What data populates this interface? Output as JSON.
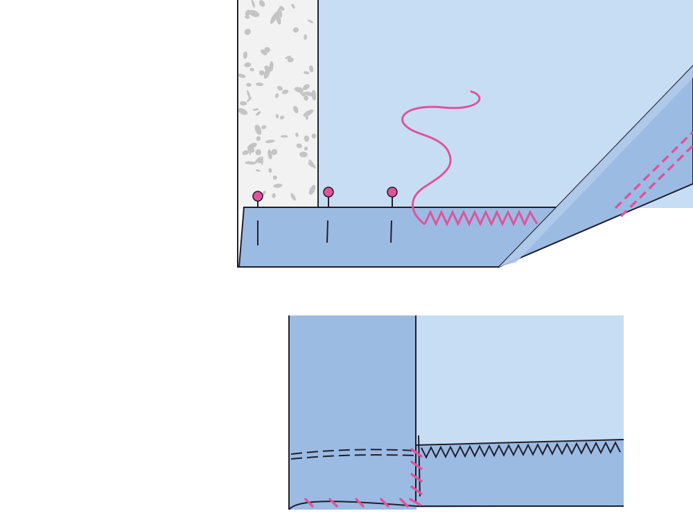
{
  "figure": {
    "kind": "sewing-illustration",
    "steps": [
      "pin-hem-with-zigzag-edge",
      "finished-mitred-corner-hem"
    ],
    "colors": {
      "background": "#ffffff",
      "fabric_light": "#c7ddf3",
      "fabric_mid": "#9cbbe3",
      "interfacing": "#f2f2f2",
      "interfacing_speckle": "#c4c4c4",
      "outline": "#1e1e2a",
      "thread": "#e0529c",
      "pin_head": "#e0529c"
    },
    "pins": {
      "count": 3,
      "icon": "pin-icon"
    },
    "thread_icon": "thread-icon"
  }
}
